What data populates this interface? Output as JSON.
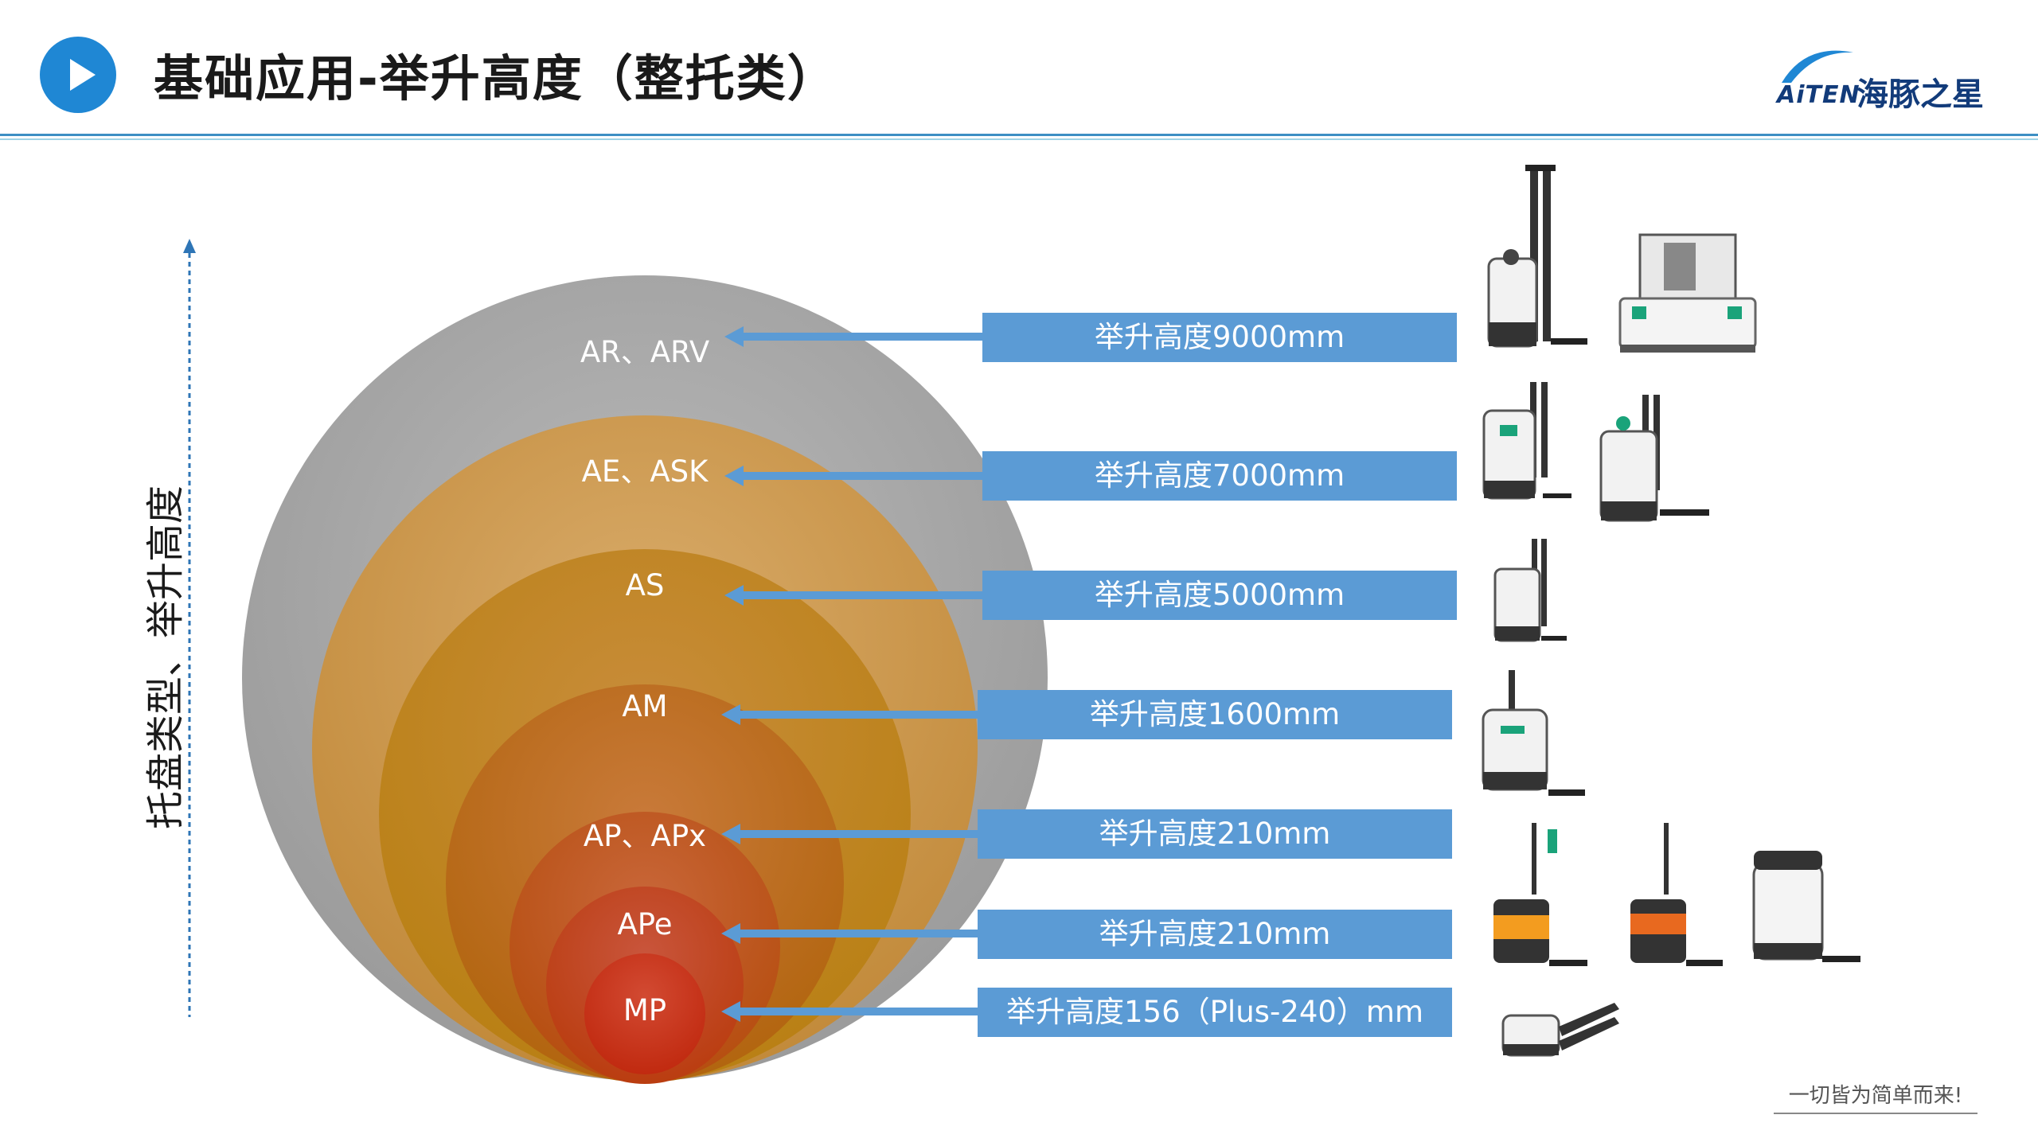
{
  "header": {
    "title": "基础应用-举升高度（整托类）",
    "logo_text": "海豚之星",
    "logo_sub": "AiTEN"
  },
  "axis": {
    "label": "托盘类型、举升高度"
  },
  "levels": [
    {
      "model": "AR、ARV",
      "lift": "举升高度9000mm"
    },
    {
      "model": "AE、ASK",
      "lift": "举升高度7000mm"
    },
    {
      "model": "AS",
      "lift": "举升高度5000mm"
    },
    {
      "model": "AM",
      "lift": "举升高度1600mm"
    },
    {
      "model": "AP、APx",
      "lift": "举升高度210mm"
    },
    {
      "model": "APe",
      "lift": "举升高度210mm"
    },
    {
      "model": "MP",
      "lift": "举升高度156（Plus-240）mm"
    }
  ],
  "footer": {
    "slogan": "一切皆为简单而来!"
  },
  "colors": {
    "accent": "#1f87d4",
    "box": "#5b9bd5",
    "outer_circle": "#a6a6a6",
    "inner_circle": "#c0392b"
  }
}
